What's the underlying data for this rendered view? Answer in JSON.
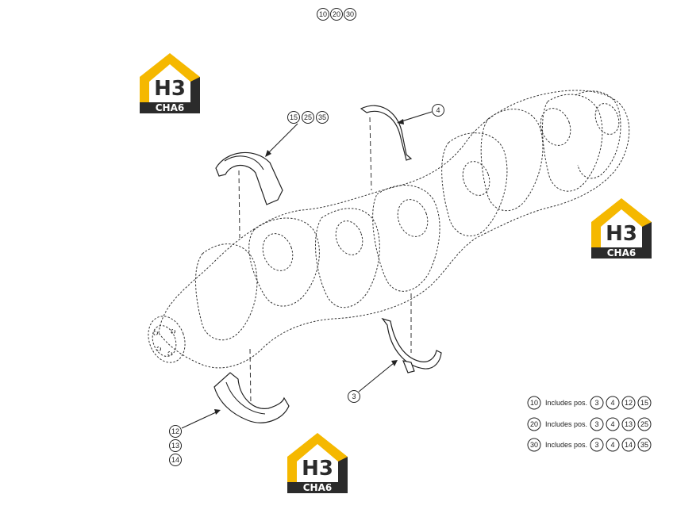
{
  "title_callouts": [
    "10",
    "20",
    "30"
  ],
  "callouts": {
    "upper_bearing": [
      "15",
      "25",
      "35"
    ],
    "thrust_upper": "4",
    "thrust_lower": "3",
    "lower_bearing": [
      "12",
      "13",
      "14"
    ]
  },
  "legend": {
    "includes_text": "Includes pos.",
    "rows": [
      {
        "kit": "10",
        "parts": [
          "3",
          "4",
          "12",
          "15"
        ]
      },
      {
        "kit": "20",
        "parts": [
          "3",
          "4",
          "13",
          "25"
        ]
      },
      {
        "kit": "30",
        "parts": [
          "3",
          "4",
          "14",
          "35"
        ]
      }
    ]
  },
  "watermark": {
    "top": "H3",
    "bottom": "CHA6"
  },
  "colors": {
    "logo_yellow": "#f5b800",
    "logo_dark": "#2b2b2b"
  }
}
